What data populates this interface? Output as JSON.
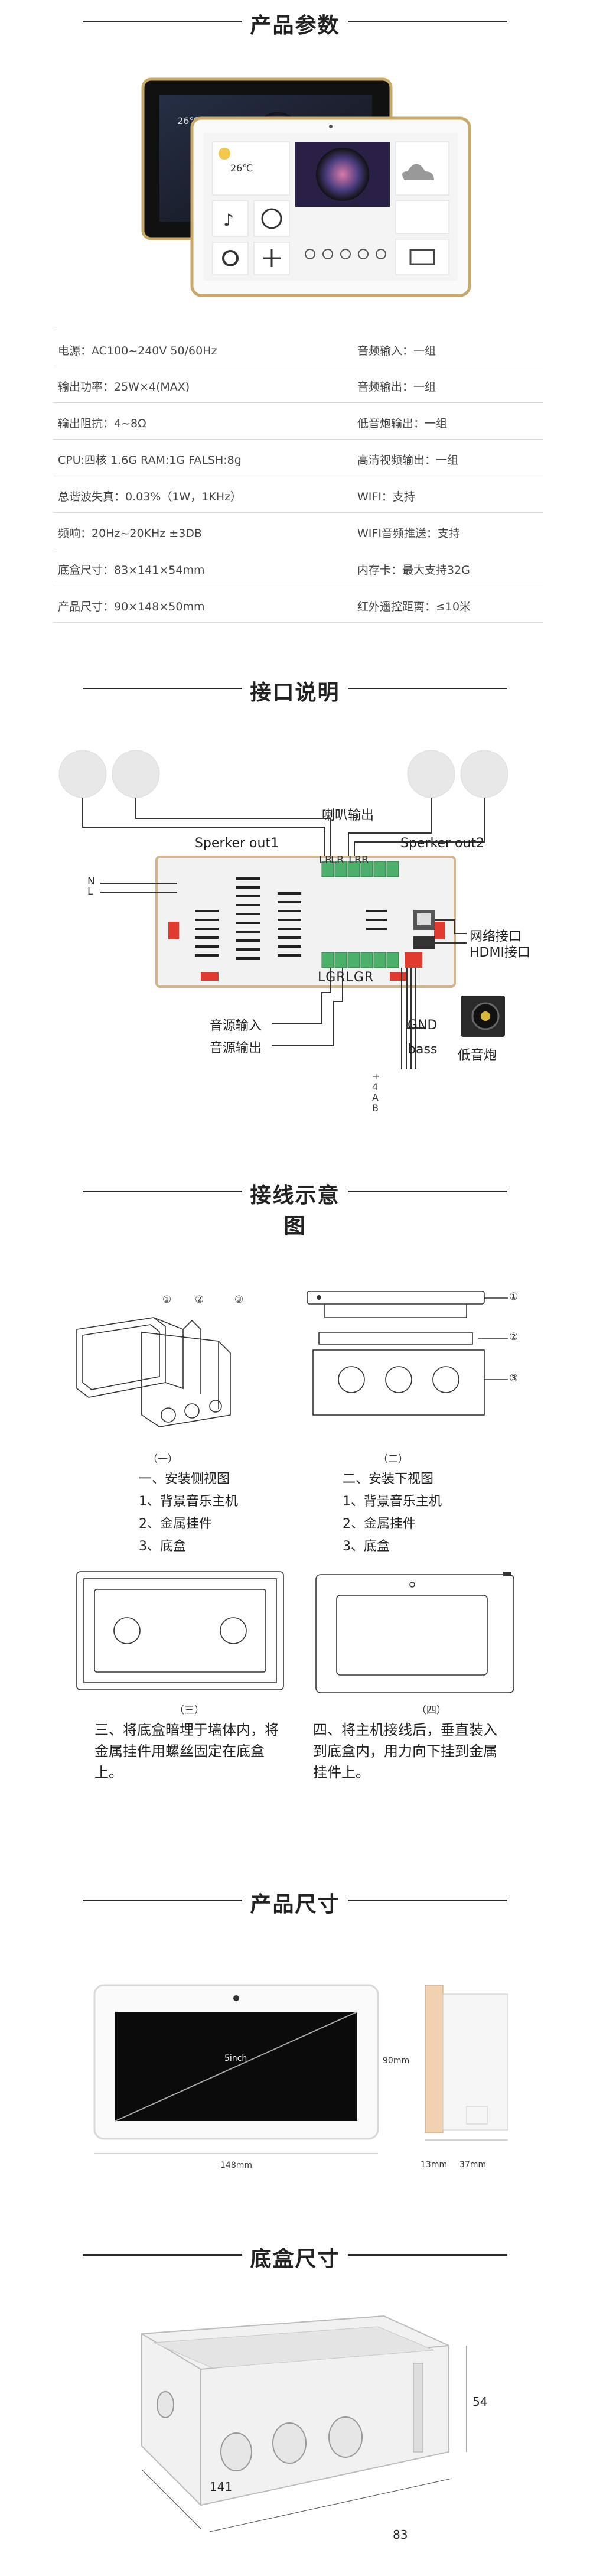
{
  "sections": {
    "params": "产品参数",
    "interface": "接口说明",
    "wiring": "接线示意图",
    "size": "产品尺寸",
    "box_size": "底盒尺寸"
  },
  "specs": [
    {
      "left": "电源：AC100~240V 50/60Hz",
      "right": "音频输入：一组"
    },
    {
      "left": "输出功率：25W×4(MAX)",
      "right": "音频输出：一组"
    },
    {
      "left": "输出阻抗：4~8Ω",
      "right": "低音炮输出：一组"
    },
    {
      "left": "CPU:四核   1.6G     RAM:1G     FALSH:8g",
      "right": "高清视频输出：一组"
    },
    {
      "left": "总谐波失真：0.03%（1W，1KHz）",
      "right": "WIFI：支持"
    },
    {
      "left": "频响：20Hz~20KHz ±3DB",
      "right": "WIFI音频推送：支持"
    },
    {
      "left": "底盒尺寸：83×141×54mm",
      "right": "内存卡：最大支持32G"
    },
    {
      "left": "产品尺寸：90×148×50mm",
      "right": "红外遥控距离：≤10米"
    }
  ],
  "device_screen": {
    "temp": "26℃"
  },
  "interface": {
    "speaker_out": "喇叭输出",
    "out1": "Sperker out1",
    "out2": "Sperker out2",
    "n": "N",
    "l": "L",
    "terminals_top_left": "LR",
    "terminals_top_left2": "LR",
    "terminals_top_right": "LR",
    "terminals_top_right2": "R",
    "network": "网络接口",
    "hdmi": "HDMI接口",
    "lgrlgr": "LGRLGR",
    "audio_in": "音源输入",
    "audio_out": "音源输出",
    "gnd": "GND",
    "bass": "bass",
    "subwoofer": "低音炮",
    "pins": [
      "+",
      "4",
      "A",
      "B"
    ]
  },
  "wiring": {
    "n1": "①",
    "n2": "②",
    "n3": "③",
    "fig1_label": "（一）",
    "fig2_label": "（二）",
    "fig1_title": "一、安装侧视图",
    "fig2_title": "二、安装下视图",
    "items": [
      "1、背景音乐主机",
      "2、金属挂件",
      "3、底盒"
    ],
    "fig3_label": "（三）",
    "fig4_label": "（四）",
    "step3": "三、将底盒暗埋于墙体内，将金属挂件用螺丝固定在底盒上。",
    "step4": "四、将主机接线后，垂直装入到底盒内，用力向下挂到金属挂件上。"
  },
  "dimensions": {
    "screen": "5inch",
    "width": "148mm",
    "height": "90mm",
    "depth1": "13mm",
    "depth2": "37mm"
  },
  "box": {
    "length": "141",
    "width": "83",
    "height": "54"
  },
  "colors": {
    "gold": "#c9a96a",
    "terminal_green": "#4caf6a",
    "red": "#e03b2e",
    "dark": "#222222"
  }
}
